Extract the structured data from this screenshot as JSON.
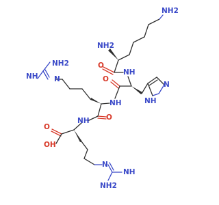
{
  "colors": {
    "carbon_bond": "#2f2f2f",
    "nitrogen": "#3a49c8",
    "oxygen": "#d83a2a",
    "background": "#ffffff"
  },
  "atom_labels": {
    "lys_epsilon_nh2": "NH2",
    "lys_alpha_nh2": "NH2",
    "lys_amide_o": "O",
    "his_amide_nh": "NH",
    "his_ring_n": "N",
    "his_ring_nh": "NH",
    "arg1_guan_nh2": "NH2",
    "arg1_guan_nh": "NH",
    "arg1_guan_n": "N",
    "his_carbonyl_o": "O",
    "arg1_amide_nh": "NH",
    "arg1_carbonyl_o": "O",
    "arg2_amide_nh": "NH",
    "arg2_acid_o": "O",
    "arg2_acid_oh": "OH",
    "arg2_guan_n": "N",
    "arg2_guan_nh": "NH",
    "arg2_guan_nh2": "NH2"
  }
}
